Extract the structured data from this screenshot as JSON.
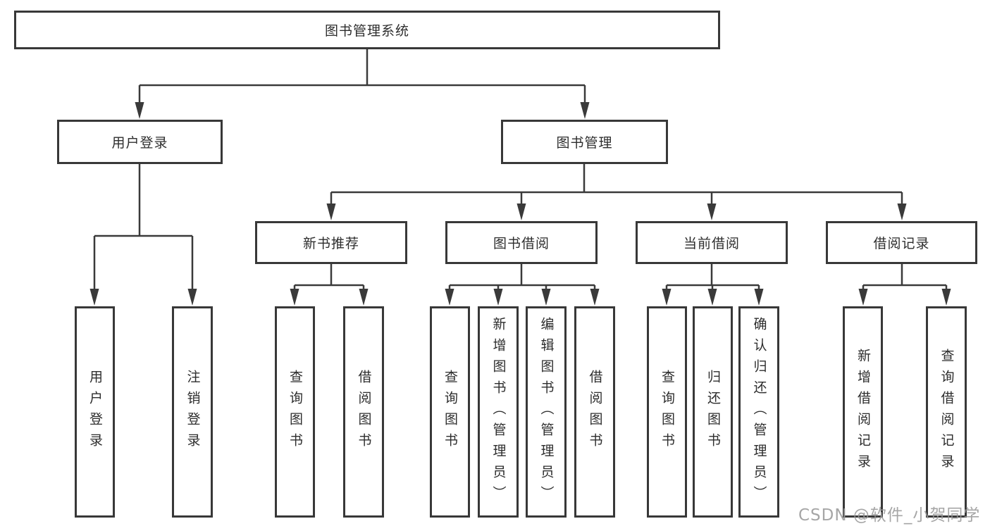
{
  "diagram": {
    "root": {
      "label": "图书管理系统"
    },
    "branches": [
      {
        "label": "用户登录",
        "children": [
          {
            "label": "用户登录"
          },
          {
            "label": "注销登录"
          }
        ]
      },
      {
        "label": "图书管理",
        "children": [
          {
            "label": "新书推荐",
            "children": [
              {
                "label": "查询图书"
              },
              {
                "label": "借阅图书"
              }
            ]
          },
          {
            "label": "图书借阅",
            "children": [
              {
                "label": "查询图书"
              },
              {
                "label": "新增图书（管理员）"
              },
              {
                "label": "编辑图书（管理员）"
              },
              {
                "label": "借阅图书"
              }
            ]
          },
          {
            "label": "当前借阅",
            "children": [
              {
                "label": "查询图书"
              },
              {
                "label": "归还图书"
              },
              {
                "label": "确认归还（管理员）"
              }
            ]
          },
          {
            "label": "借阅记录",
            "children": [
              {
                "label": "新增借阅记录"
              },
              {
                "label": "查询借阅记录"
              }
            ]
          }
        ]
      }
    ]
  },
  "watermark": {
    "text": "CSDN @软件_小贺同学"
  },
  "colors": {
    "line": "#3a3a3a",
    "box_border": "#383838",
    "text": "#2d2d2d",
    "background": "#ffffff",
    "watermark": "#969696"
  }
}
